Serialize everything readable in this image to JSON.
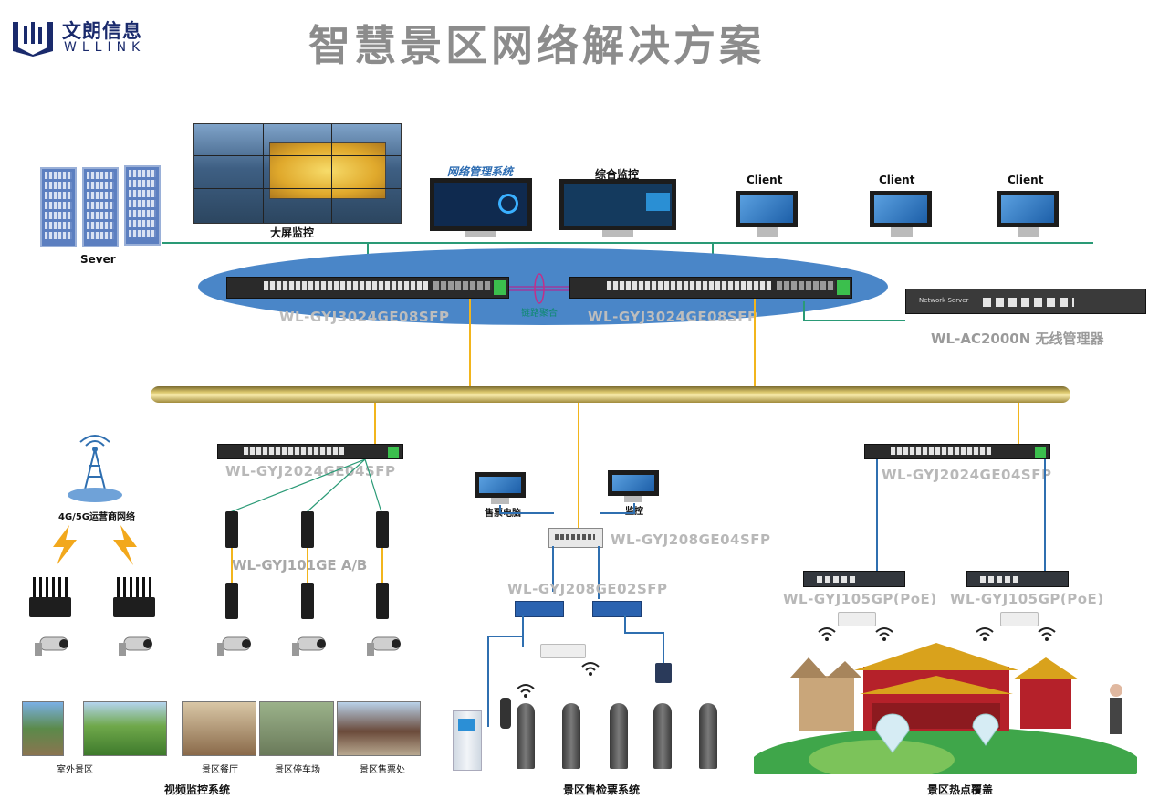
{
  "header": {
    "logo_cn": "文朗信息",
    "logo_en": "WLLINK",
    "title": "智慧景区网络解决方案"
  },
  "top": {
    "server_label": "Sever",
    "video_wall_label": "大屏监控",
    "nms_label": "网络管理系统",
    "monitor_label": "综合监控",
    "client_labels": [
      "Client",
      "Client",
      "Client"
    ],
    "core_switch_left": "WL-GYJ3024GE08SFP",
    "core_switch_right": "WL-GYJ3024GE08SFP",
    "link_agg_label": "链路聚合",
    "ac_device_label": "Network Server",
    "ac_label": "WL-AC2000N 无线管理器"
  },
  "video_section": {
    "carrier_label": "4G/5G运营商网络",
    "switch_model": "WL-GYJ2024GE04SFP",
    "media_model": "WL-GYJ101GE A/B",
    "photo_labels": [
      "室外景区",
      "景区餐厅",
      "景区停车场",
      "景区售票处"
    ],
    "section_title": "视频监控系统"
  },
  "ticket_section": {
    "pc1_label": "售票电脑",
    "pc2_label": "监控",
    "switch1_model": "WL-GYJ208GE04SFP",
    "switch2_model": "WL-GYJ208GE02SFP",
    "section_title": "景区售检票系统"
  },
  "hotspot_section": {
    "switch_model": "WL-GYJ2024GE04SFP",
    "poe_models": [
      "WL-GYJ105GP(PoE)",
      "WL-GYJ105GP(PoE)"
    ],
    "section_title": "景区热点覆盖"
  },
  "colors": {
    "title_gray": "#8c8c8c",
    "logo_navy": "#1a2a6c",
    "ellipse_blue": "#4a86c8",
    "bus_gold": "#d9c56a",
    "link_yellow": "#f2b51c",
    "link_green": "#2a9a76",
    "link_blue": "#2f6fb0"
  },
  "icons": [
    "server-rack-icon",
    "monitor-icon",
    "switch-icon",
    "camera-icon",
    "router-icon",
    "cell-tower-icon",
    "lightning-icon",
    "wifi-icon",
    "turnstile-gate-icon",
    "ticket-kiosk-icon",
    "barcode-scanner-icon",
    "access-point-icon"
  ]
}
